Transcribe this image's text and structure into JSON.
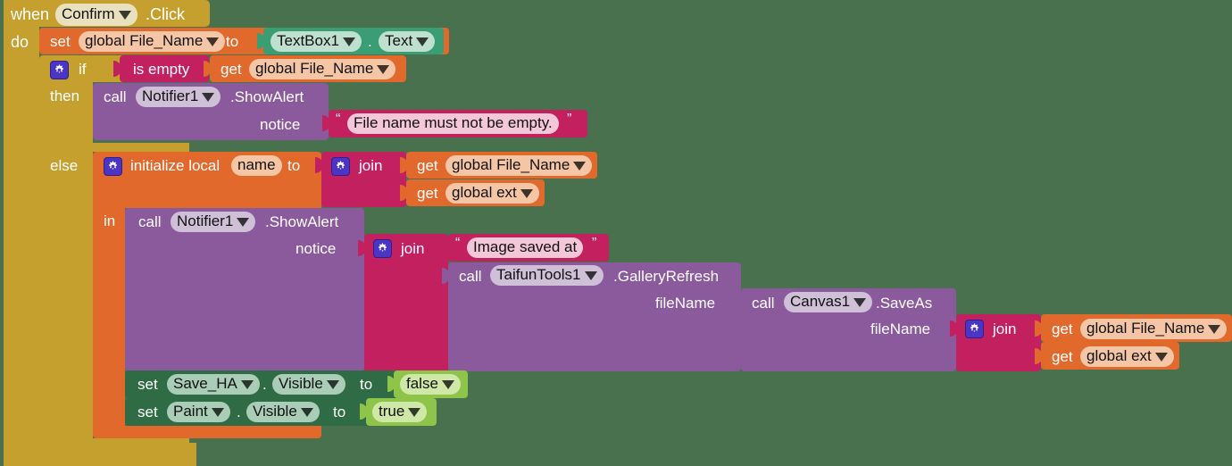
{
  "workspace": {
    "background_color": "#4a714e",
    "app": "MIT App Inventor Blocks Editor"
  },
  "blocks": {
    "event": {
      "when": "when",
      "component": "Confirm",
      "event": ".Click",
      "do": "do",
      "color": "#c5a02f"
    },
    "set_global_filename": {
      "set": "set",
      "variable": "global File_Name",
      "to": "to",
      "color": "#e2692c"
    },
    "textbox_getter": {
      "component": "TextBox1",
      "separator": ".",
      "property": "Text",
      "color": "#3b9d73"
    },
    "if_block": {
      "if": "if",
      "then": "then",
      "else": "else",
      "color": "#c5a02f"
    },
    "is_empty": {
      "label": "is empty",
      "color": "#c2205f"
    },
    "get_filename_1": {
      "get": "get",
      "variable": "global File_Name",
      "color": "#e2692c"
    },
    "notifier_then": {
      "call": "call",
      "component": "Notifier1",
      "method": ".ShowAlert",
      "arg_label": "notice",
      "color": "#8a5a9c"
    },
    "text_empty_msg": {
      "open_quote": "“",
      "value": "File name must not be empty.",
      "close_quote": "”",
      "color": "#c2205f"
    },
    "init_local": {
      "label": "initialize local",
      "name": "name",
      "to": "to",
      "in": "in",
      "color": "#e2692c"
    },
    "join_1": {
      "label": "join",
      "color": "#c2205f"
    },
    "get_filename_2": {
      "get": "get",
      "variable": "global File_Name"
    },
    "get_ext_1": {
      "get": "get",
      "variable": "global ext"
    },
    "notifier_in": {
      "call": "call",
      "component": "Notifier1",
      "method": ".ShowAlert",
      "arg_label": "notice"
    },
    "join_2": {
      "label": "join"
    },
    "text_image_saved": {
      "open_quote": "“",
      "value": "Image saved at",
      "close_quote": "”"
    },
    "taifun_gallery": {
      "call": "call",
      "component": "TaifunTools1",
      "method": ".GalleryRefresh",
      "arg_label": "fileName"
    },
    "canvas_saveas": {
      "call": "call",
      "component": "Canvas1",
      "method": ".SaveAs",
      "arg_label": "fileName"
    },
    "join_3": {
      "label": "join"
    },
    "get_filename_3": {
      "get": "get",
      "variable": "global File_Name"
    },
    "get_ext_2": {
      "get": "get",
      "variable": "global ext"
    },
    "set_save_ha": {
      "set": "set",
      "component": "Save_HA",
      "separator": ".",
      "property": "Visible",
      "to": "to",
      "value": "false",
      "color": "#2f6b44"
    },
    "set_paint": {
      "set": "set",
      "component": "Paint",
      "separator": ".",
      "property": "Visible",
      "to": "to",
      "value": "true",
      "color": "#2f6b44"
    }
  },
  "icons": {
    "gear": "gear-icon",
    "dropdown": "chevron-down-icon"
  }
}
